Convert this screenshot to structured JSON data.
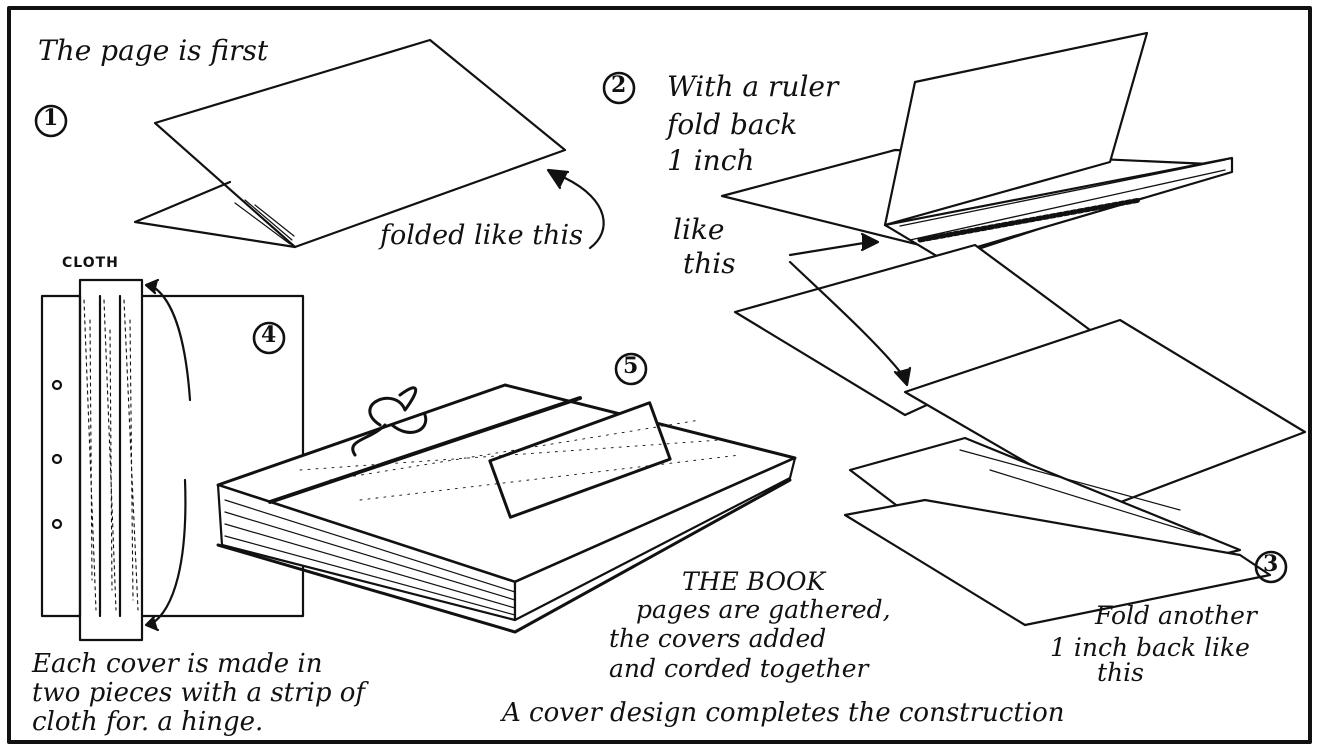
{
  "labels": {
    "page_first": "The page is first",
    "folded_like_this": "folded like this",
    "ruler_line1": "With a ruler",
    "ruler_line2": "fold back",
    "ruler_line3": "1 inch",
    "like": "like",
    "this": "this",
    "cloth": "CLOTH",
    "cover_line1": "Each cover is made in",
    "cover_line2": "two pieces with a strip of",
    "cover_line3": "cloth for. a hinge.",
    "book_title": "THE BOOK",
    "book_line1": "pages are gathered,",
    "book_line2": "the covers added",
    "book_line3": "and corded together",
    "fold_line1": "Fold another",
    "fold_line2": "1 inch back like",
    "fold_line3": "this",
    "cover_design": "A cover design completes the construction"
  },
  "steps": [
    "1",
    "2",
    "3",
    "4",
    "5"
  ],
  "colors": {
    "ink": "#111111",
    "paper": "#ffffff"
  }
}
